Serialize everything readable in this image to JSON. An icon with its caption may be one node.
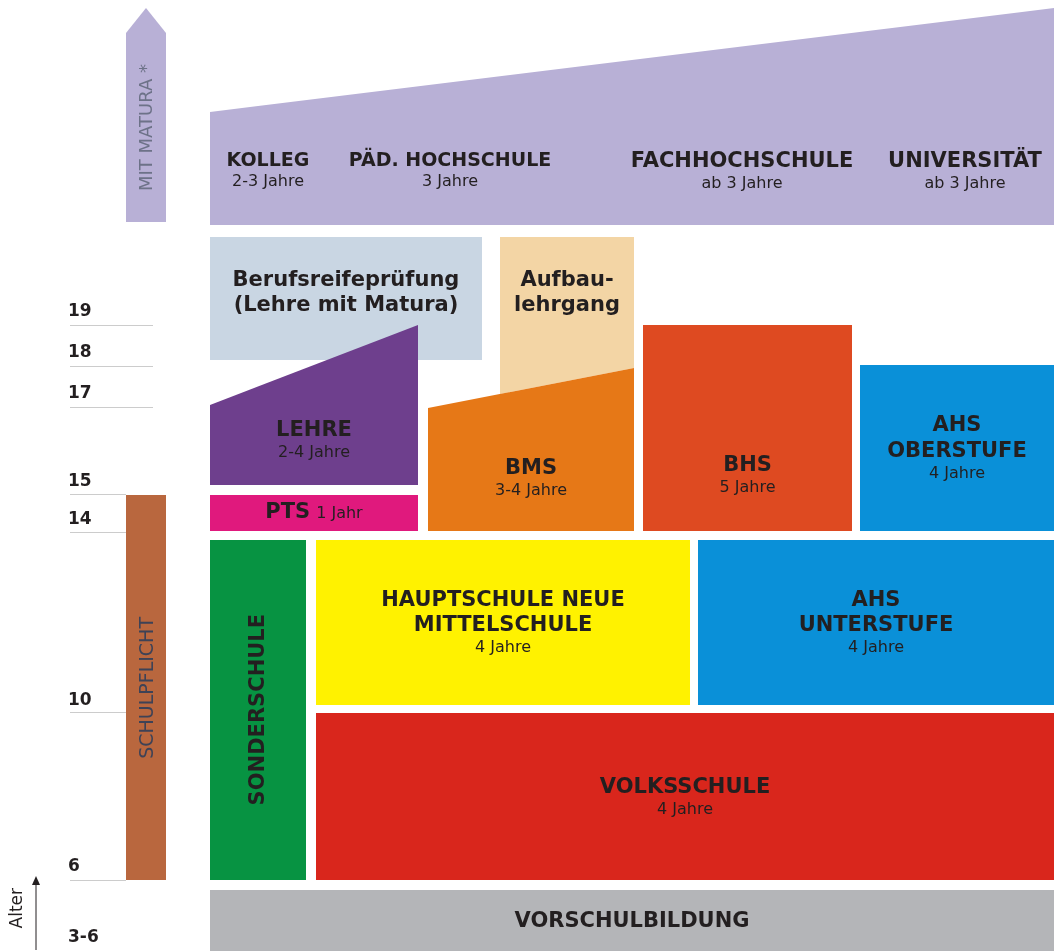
{
  "diagram": {
    "nodes": [
      {
        "text": [],
        "shape": "band"
      },
      {
        "text": [
          "KOLLEG",
          "2-3 Jahre"
        ],
        "in": 0
      },
      {
        "text": [
          "PÄD. HOCHSCHULE",
          "3 Jahre"
        ],
        "in": 0
      },
      {
        "text": [
          "FACHHOCHSCHULE",
          "ab 3 Jahre"
        ],
        "in": 0
      },
      {
        "text": [
          "UNIVERSITÄT",
          "ab 3 Jahre"
        ],
        "in": 0
      },
      {
        "text": [
          "MIT MATURA *"
        ]
      },
      {
        "text": [
          "Berufsreifeprüfung (Lehre mit Matura)"
        ]
      },
      {
        "text": [
          "Aufbau- lehrgang"
        ]
      },
      {
        "text": [
          "LEHRE",
          "2-4 Jahre"
        ]
      },
      {
        "text": [
          "PTS",
          "1 Jahr"
        ]
      },
      {
        "text": [
          "BMS",
          "3-4 Jahre"
        ]
      },
      {
        "text": [
          "BHS",
          "5 Jahre"
        ]
      },
      {
        "text": [
          "AHS OBERSTUFE",
          "4 Jahre"
        ]
      },
      {
        "text": [
          "SCHULPFLICHT"
        ]
      },
      {
        "text": [
          "SONDERSCHULE"
        ]
      },
      {
        "text": [
          "HAUPTSCHULE NEUE MITTELSCHULE",
          "4 Jahre"
        ]
      },
      {
        "text": [
          "AHS UNTERSTUFE",
          "4 Jahre"
        ]
      },
      {
        "text": [
          "VOLKSSCHULE",
          "4 Jahre"
        ]
      },
      {
        "text": [
          "VORSCHULBILDUNG"
        ]
      }
    ],
    "labels": [
      "19",
      "18",
      "17",
      "15",
      "14",
      "10",
      "6",
      "Alter",
      "3-6"
    ]
  }
}
